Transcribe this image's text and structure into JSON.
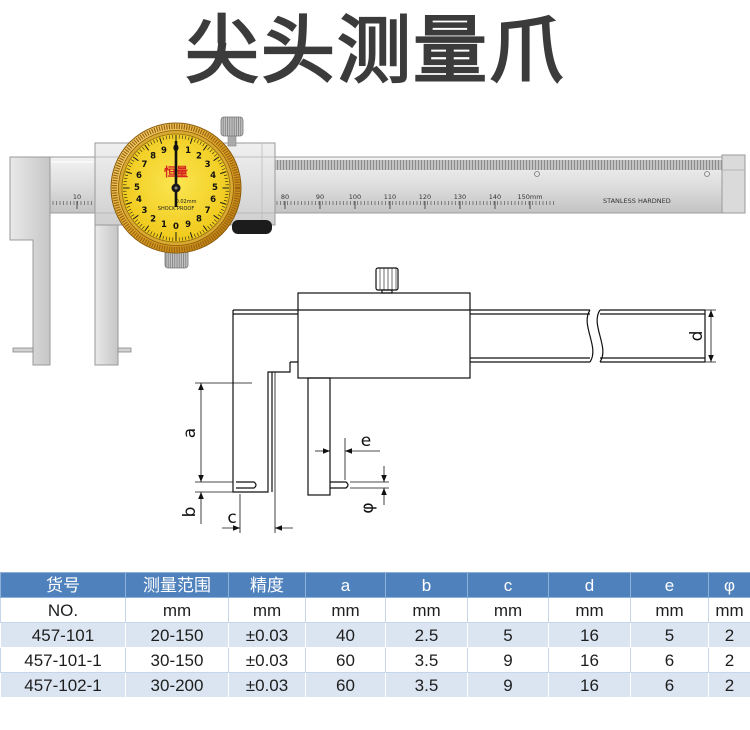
{
  "title": "尖头测量爪",
  "caliper": {
    "scale_labels": [
      "10",
      "80",
      "90",
      "100",
      "110",
      "120",
      "130",
      "140",
      "150mm"
    ],
    "beam_marking": "STANLESS HARDNED",
    "dial": {
      "logo": "恒量",
      "numbers": [
        "0",
        "1",
        "2",
        "3",
        "4",
        "5",
        "6",
        "7",
        "8",
        "9",
        "0",
        "1",
        "2",
        "3",
        "4",
        "5",
        "6",
        "7",
        "8",
        "9"
      ],
      "resolution": "0.02mm",
      "shockproof": "SHOCK PROOF"
    }
  },
  "drawing": {
    "labels": {
      "a": "a",
      "b": "b",
      "c": "c",
      "d": "d",
      "e": "e",
      "phi": "φ"
    }
  },
  "table": {
    "headers": [
      "货号",
      "测量范围",
      "精度",
      "a",
      "b",
      "c",
      "d",
      "e",
      "φ"
    ],
    "units": [
      "NO.",
      "mm",
      "mm",
      "mm",
      "mm",
      "mm",
      "mm",
      "mm",
      "mm"
    ],
    "rows": [
      [
        "457-101",
        "20-150",
        "±0.03",
        "40",
        "2.5",
        "5",
        "16",
        "5",
        "2"
      ],
      [
        "457-101-1",
        "30-150",
        "±0.03",
        "60",
        "3.5",
        "9",
        "16",
        "6",
        "2"
      ],
      [
        "457-102-1",
        "30-200",
        "±0.03",
        "60",
        "3.5",
        "9",
        "16",
        "6",
        "2"
      ]
    ]
  },
  "colors": {
    "title": "#3b3b3b",
    "table_header": "#4f81bd",
    "table_alt_row": "#dbe5f1",
    "dial_face": "#f6d62a",
    "dial_bezel": "#e0a526",
    "logo": "#d7261e"
  }
}
